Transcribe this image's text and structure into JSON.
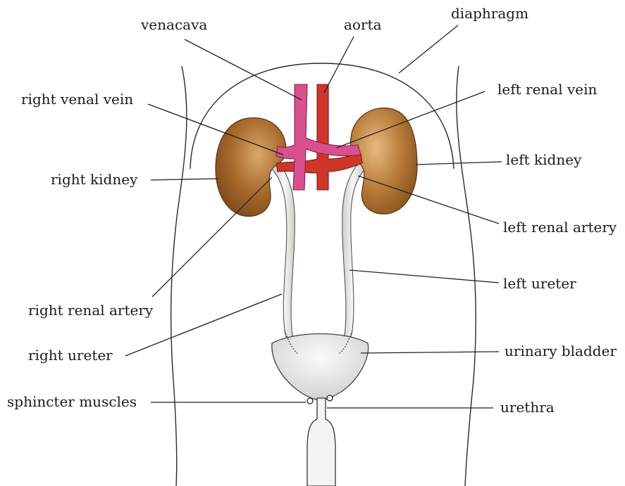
{
  "labels": {
    "venacava": "venacava",
    "aorta": "aorta",
    "diaphragm": "diaphragm",
    "right_venal_vein": "right venal vein",
    "left_renal_vein": "left renal vein",
    "right_kidney": "right kidney",
    "left_kidney": "left kidney",
    "left_renal_artery": "left renal artery",
    "left_ureter": "left ureter",
    "right_renal_artery": "right renal artery",
    "right_ureter": "right ureter",
    "urinary_bladder": "urinary bladder",
    "sphincter_muscles": "sphincter muscles",
    "urethra": "urethra"
  },
  "colors": {
    "kidney": "#a0662a",
    "kidney_highlight": "#d9a86a",
    "vein": "#d9508e",
    "artery": "#d0352b",
    "ureter": "#e4e4e0",
    "bladder": "#e2e2de"
  }
}
